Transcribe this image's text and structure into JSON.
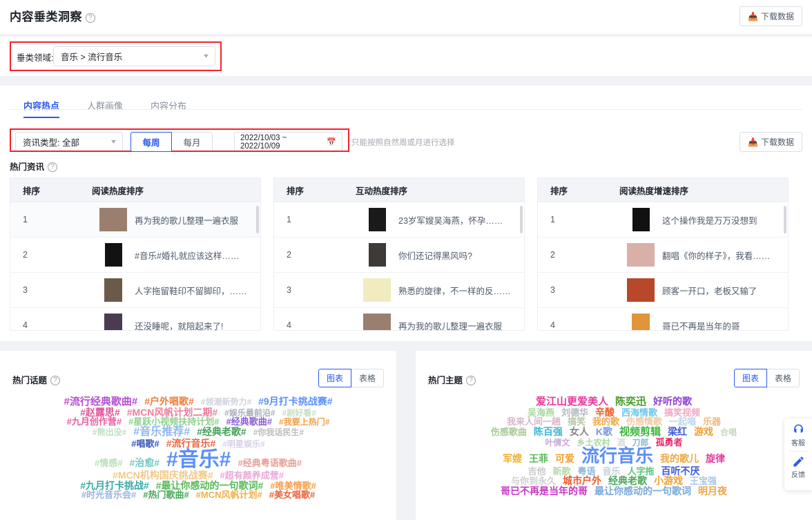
{
  "header": {
    "title": "内容垂类洞察",
    "help": "?",
    "download_label": "下载数据",
    "download_icon": "download-icon"
  },
  "filter_bar": {
    "vertical_label": "垂类领域:",
    "vertical_value": "音乐 > 流行音乐",
    "chevron": "chevron-down-icon"
  },
  "tabs": [
    {
      "label": "内容热点",
      "active": true
    },
    {
      "label": "人群画像",
      "active": false
    },
    {
      "label": "内容分布",
      "active": false
    }
  ],
  "toolbar": {
    "info_type": "资讯类型: 全部",
    "seg_week": "每周",
    "seg_month": "每月",
    "date_range": "2022/10/03 ~ 2022/10/09",
    "calendar_icon": "calendar-icon",
    "hint": "只能按照自然周或月进行选择",
    "download_label": "下载数据"
  },
  "hot_info": {
    "label": "热门资讯",
    "help": "?",
    "tables": [
      {
        "columns": [
          "排序",
          "阅读热度排序"
        ],
        "rows": [
          {
            "rank": "1",
            "title": "再为我的歌儿整理一遍衣服"
          },
          {
            "rank": "2",
            "title": "#音乐#婚礼就应该这样……"
          },
          {
            "rank": "3",
            "title": "人字拖留鞋印不留脚印，……"
          },
          {
            "rank": "4",
            "title": "还没睡呢，就陪起来了!"
          }
        ]
      },
      {
        "columns": [
          "排序",
          "互动热度排序"
        ],
        "rows": [
          {
            "rank": "1",
            "title": "23岁军嫂吴海燕，怀孕……"
          },
          {
            "rank": "2",
            "title": "你们还记得黑风吗?"
          },
          {
            "rank": "3",
            "title": "熟悉的旋律，不一样的反……"
          },
          {
            "rank": "4",
            "title": "再为我的歌儿整理一遍衣服"
          }
        ]
      },
      {
        "columns": [
          "排序",
          "阅读热度增速排序"
        ],
        "rows": [
          {
            "rank": "1",
            "title": "这个操作我是万万没想到"
          },
          {
            "rank": "2",
            "title": "翻唱《你的样子》，我看……"
          },
          {
            "rank": "3",
            "title": "顾客一开口，老板又输了"
          },
          {
            "rank": "4",
            "title": "哥已不再是当年的哥"
          }
        ]
      }
    ]
  },
  "hot_topic": {
    "label": "热门话题",
    "help": "?",
    "view_chart": "图表",
    "view_table": "表格",
    "active_view": "图表",
    "cloud_rows": [
      [
        {
          "text": "#流行经典歌曲#",
          "size": 15,
          "color": "#b54fd4"
        },
        {
          "text": "#户外唱歌#",
          "size": 14,
          "color": "#ef7d3c"
        },
        {
          "text": "#领潮新势力#",
          "size": 12,
          "color": "#cfd4db"
        },
        {
          "text": "#9月打卡挑战赛#",
          "size": 14,
          "color": "#5b8ff9"
        }
      ],
      [
        {
          "text": "#赵露思#",
          "size": 14,
          "color": "#e0559a"
        },
        {
          "text": "#MCN风帆计划二期#",
          "size": 14,
          "color": "#ef7d9c"
        },
        {
          "text": "#娱乐最前沿#",
          "size": 12,
          "color": "#a9b0ba"
        },
        {
          "text": "#剧好看#",
          "size": 12,
          "color": "#c9ddc3"
        }
      ],
      [
        {
          "text": "#九月创作营#",
          "size": 13,
          "color": "#e85fa0"
        },
        {
          "text": "#星跃小视频扶持计划#",
          "size": 13,
          "color": "#8fd08f"
        },
        {
          "text": "#经典歌曲#",
          "size": 13,
          "color": "#8b5ed6"
        },
        {
          "text": "#我要上热门#",
          "size": 12,
          "color": "#f0a24b"
        }
      ],
      [
        {
          "text": "#熊出没#",
          "size": 12,
          "color": "#bfe0c0"
        },
        {
          "text": "#音乐推荐#",
          "size": 16,
          "color": "#8fb8f0"
        },
        {
          "text": "#经典老歌#",
          "size": 14,
          "color": "#45a05a"
        },
        {
          "text": "#你我话民生#",
          "size": 12,
          "color": "#bdbdbd"
        }
      ],
      [
        {
          "text": "#唱歌#",
          "size": 13,
          "color": "#3b5ab8"
        },
        {
          "text": "#流行音乐#",
          "size": 14,
          "color": "#f0643c"
        },
        {
          "text": "#明星娱乐#",
          "size": 12,
          "color": "#d8cfe8"
        }
      ],
      [
        {
          "text": "#情感#",
          "size": 13,
          "color": "#b8e0b8"
        },
        {
          "text": "#治愈#",
          "size": 14,
          "color": "#70c8c8"
        },
        {
          "text": "#音乐#",
          "size": 30,
          "color": "#5b8ff9"
        },
        {
          "text": "#经典粤语歌曲#",
          "size": 13,
          "color": "#e8a098"
        }
      ],
      [
        {
          "text": "#MCN机构国庆挑战赛#",
          "size": 14,
          "color": "#f2c98a"
        },
        {
          "text": "#超有颜养成营#",
          "size": 13,
          "color": "#e8a8d8"
        }
      ],
      [
        {
          "text": "#九月打卡挑战#",
          "size": 14,
          "color": "#3aa8a8"
        },
        {
          "text": "#最让你感动的一句歌词#",
          "size": 14,
          "color": "#58b858"
        },
        {
          "text": "#唯美情歌#",
          "size": 13,
          "color": "#f5a04a"
        }
      ],
      [
        {
          "text": "#时光音乐会#",
          "size": 13,
          "color": "#9ab5e0"
        },
        {
          "text": "#热门歌曲#",
          "size": 13,
          "color": "#4aa85a"
        },
        {
          "text": "#MCN风帆计划#",
          "size": 13,
          "color": "#f0b04a"
        },
        {
          "text": "#美女唱歌#",
          "size": 13,
          "color": "#e8643c"
        }
      ]
    ]
  },
  "hot_theme": {
    "label": "热门主题",
    "help": "?",
    "view_chart": "图表",
    "view_table": "表格",
    "active_view": "图表",
    "cloud_rows": [
      [
        {
          "text": "爱江山更爱美人",
          "size": 15,
          "color": "#e8399c"
        },
        {
          "text": "陈奕迅",
          "size": 15,
          "color": "#4a9a2a"
        },
        {
          "text": "好听的歌",
          "size": 14,
          "color": "#8b3fd4"
        }
      ],
      [
        {
          "text": "吴海燕",
          "size": 13,
          "color": "#a8d8a0"
        },
        {
          "text": "刘德华",
          "size": 13,
          "color": "#b0b8c0"
        },
        {
          "text": "辛酸",
          "size": 14,
          "color": "#f05a28"
        },
        {
          "text": "西海情歌",
          "size": 13,
          "color": "#6bc8e8"
        },
        {
          "text": "搞笑视频",
          "size": 13,
          "color": "#f0a8c0"
        }
      ],
      [
        {
          "text": "我来人间一趟",
          "size": 13,
          "color": "#d8b8c8"
        },
        {
          "text": "搞笑",
          "size": 13,
          "color": "#b8c8a8"
        },
        {
          "text": "我的歌",
          "size": 13,
          "color": "#f0a84a"
        },
        {
          "text": "伤感情歌",
          "size": 13,
          "color": "#f0c8a0"
        },
        {
          "text": "一起唱",
          "size": 13,
          "color": "#b8d8e8"
        },
        {
          "text": "乐器",
          "size": 13,
          "color": "#f0b878"
        }
      ],
      [
        {
          "text": "伤感歌曲",
          "size": 13,
          "color": "#a8c898"
        },
        {
          "text": "陈百强",
          "size": 14,
          "color": "#3ab8d8"
        },
        {
          "text": "女人",
          "size": 14,
          "color": "#888888"
        },
        {
          "text": "K歌",
          "size": 14,
          "color": "#7a9ae0"
        },
        {
          "text": "视频剪辑",
          "size": 15,
          "color": "#38b838"
        },
        {
          "text": "梁红",
          "size": 14,
          "color": "#3a5ad8"
        },
        {
          "text": "游戏",
          "size": 14,
          "color": "#f0a030"
        },
        {
          "text": "合唱",
          "size": 12,
          "color": "#c8d8c0"
        }
      ],
      [
        {
          "text": "叶倩文",
          "size": 12,
          "color": "#c8a8d8"
        },
        {
          "text": "乡土农村",
          "size": 12,
          "color": "#a8d8a0"
        },
        {
          "text": "酒",
          "size": 12,
          "color": "#d8d8d8"
        },
        {
          "text": "刀郎",
          "size": 12,
          "color": "#8ab8d8"
        },
        {
          "text": "孤勇者",
          "size": 13,
          "color": "#e8286a"
        }
      ],
      [
        {
          "text": "军嫂",
          "size": 14,
          "color": "#f0b030"
        },
        {
          "text": "王菲",
          "size": 14,
          "color": "#58b858"
        },
        {
          "text": "可爱",
          "size": 14,
          "color": "#f0a030"
        },
        {
          "text": "流行音乐",
          "size": 26,
          "color": "#5b8ff9"
        },
        {
          "text": "我的歌儿",
          "size": 14,
          "color": "#f0a840"
        },
        {
          "text": "旋律",
          "size": 14,
          "color": "#e8399c"
        }
      ],
      [
        {
          "text": "吉他",
          "size": 13,
          "color": "#c8c8c8"
        },
        {
          "text": "新歌",
          "size": 13,
          "color": "#b8d8a8"
        },
        {
          "text": "粤语",
          "size": 13,
          "color": "#8ab8e0"
        },
        {
          "text": "音乐",
          "size": 13,
          "color": "#c8d0d8"
        },
        {
          "text": "人字拖",
          "size": 13,
          "color": "#58c878"
        },
        {
          "text": "百听不厌",
          "size": 14,
          "color": "#3a5ad8"
        }
      ],
      [
        {
          "text": "与你到永久",
          "size": 13,
          "color": "#d0d0d0"
        },
        {
          "text": "城市户外",
          "size": 14,
          "color": "#f05a28"
        },
        {
          "text": "经典老歌",
          "size": 14,
          "color": "#48a858"
        },
        {
          "text": "小游戏",
          "size": 14,
          "color": "#f0a030"
        },
        {
          "text": "王宝强",
          "size": 13,
          "color": "#a8c8e8"
        }
      ],
      [
        {
          "text": "哥已不再是当年的哥",
          "size": 14,
          "color": "#c838c8"
        },
        {
          "text": "最让你感动的一句歌词",
          "size": 14,
          "color": "#7aa8d8"
        },
        {
          "text": "明月夜",
          "size": 14,
          "color": "#f0a840"
        }
      ]
    ]
  },
  "float_widget": {
    "items": [
      {
        "icon": "headset-icon",
        "label": "客服"
      },
      {
        "icon": "pencil-icon",
        "label": "反馈"
      }
    ]
  }
}
